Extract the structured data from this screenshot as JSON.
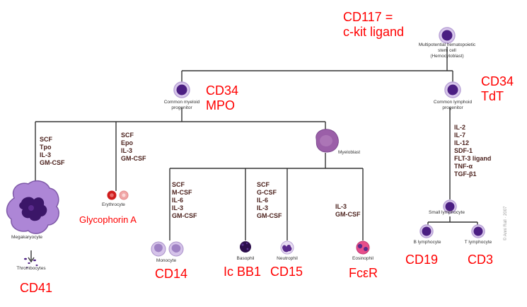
{
  "cells": {
    "stem_cell": [
      "Multipotential hematopoietic",
      "stem cell",
      "(Hemocytoblast)"
    ],
    "common_myeloid": [
      "Common myeloid",
      "progenitor"
    ],
    "common_lymphoid": [
      "Common lymphoid",
      "progenitor"
    ],
    "myeloblast": "Myeloblast",
    "megakaryocyte": "Megakaryocyte",
    "thrombocytes": "Thrombocytes",
    "erythrocyte": "Erythrocyte",
    "monocyte": "Monocyte",
    "basophil": "Basophil",
    "neutrophil": "Neutrophil",
    "eosinophil": "Eosinophil",
    "small_lymphocyte": "Small lymphocyte",
    "b_lymphocyte": "B lymphocyte",
    "t_lymphocyte": "T lymphocyte"
  },
  "factors": {
    "megakaryocyte": [
      "SCF",
      "Tpo",
      "IL-3",
      "GM-CSF"
    ],
    "erythrocyte": [
      "SCF",
      "Epo",
      "IL-3",
      "GM-CSF"
    ],
    "monocyte": [
      "SCF",
      "M-CSF",
      "IL-6",
      "IL-3",
      "GM-CSF"
    ],
    "granulocyte": [
      "SCF",
      "G-CSF",
      "IL-6",
      "IL-3",
      "GM-CSF"
    ],
    "eosinophil": [
      "IL-3",
      "GM-CSF"
    ],
    "lymphoid": [
      "IL-2",
      "IL-7",
      "IL-12",
      "SDF-1",
      "FLT-3 ligand",
      "TNF-α",
      "TGF-β1"
    ]
  },
  "markers": {
    "cd117": [
      "CD117 =",
      "c-kit ligand"
    ],
    "myeloid": [
      "CD34",
      "MPO"
    ],
    "lymphoid": [
      "CD34",
      "TdT"
    ],
    "glycophorin": "Glycophorin A",
    "cd14": "CD14",
    "basophil": "Ic BB1",
    "cd15": "CD15",
    "fcer": "FcεR",
    "cd19": "CD19",
    "cd3": "CD3",
    "cd41": "CD41"
  },
  "copyright": "© Anni Rall · 2007",
  "colors": {
    "marker_red": "#ff0000",
    "cell_purple": "#5b2a8c",
    "cell_rim": "#c9b3e0",
    "line": "#333333",
    "factor_text": "#4a1f1a"
  }
}
